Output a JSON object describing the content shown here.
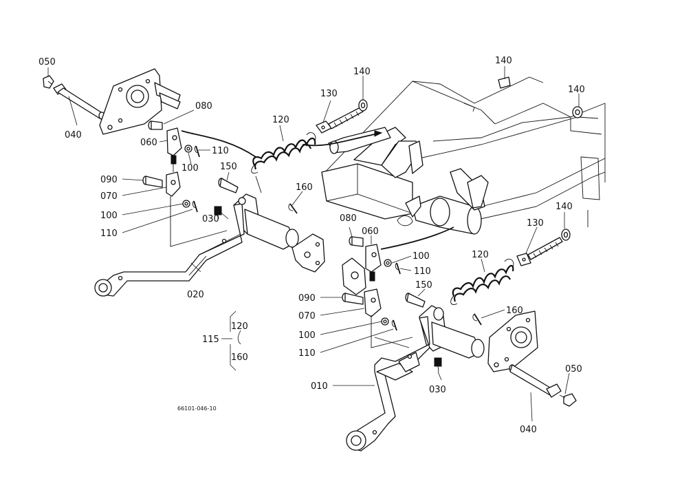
{
  "labels": {
    "l050_a": "050",
    "l040_a": "040",
    "l080_a": "080",
    "l060_a": "060",
    "l110_a": "110",
    "l100_a": "100",
    "l120_a": "120",
    "l130_a": "130",
    "l140_a": "140",
    "l150_a": "150",
    "l090_a": "090",
    "l070_a": "070",
    "l100_b": "100",
    "l110_b": "110",
    "l030_a": "030",
    "l160_a": "160",
    "l020": "020",
    "l140_b": "140",
    "l140_c": "140",
    "l140_d": "140",
    "l130_b": "130",
    "l080_b": "080",
    "l060_b": "060",
    "l100_c": "100",
    "l110_c": "110",
    "l120_b": "120",
    "l150_b": "150",
    "l090_b": "090",
    "l070_b": "070",
    "l160_b": "160",
    "l100_d": "100",
    "l110_d": "110",
    "l010": "010",
    "l030_b": "030",
    "l050_b": "050",
    "l040_b": "040",
    "l115": "115",
    "l115_120": "120",
    "l115_160": "160",
    "drawing_no": "66101-046-10"
  }
}
